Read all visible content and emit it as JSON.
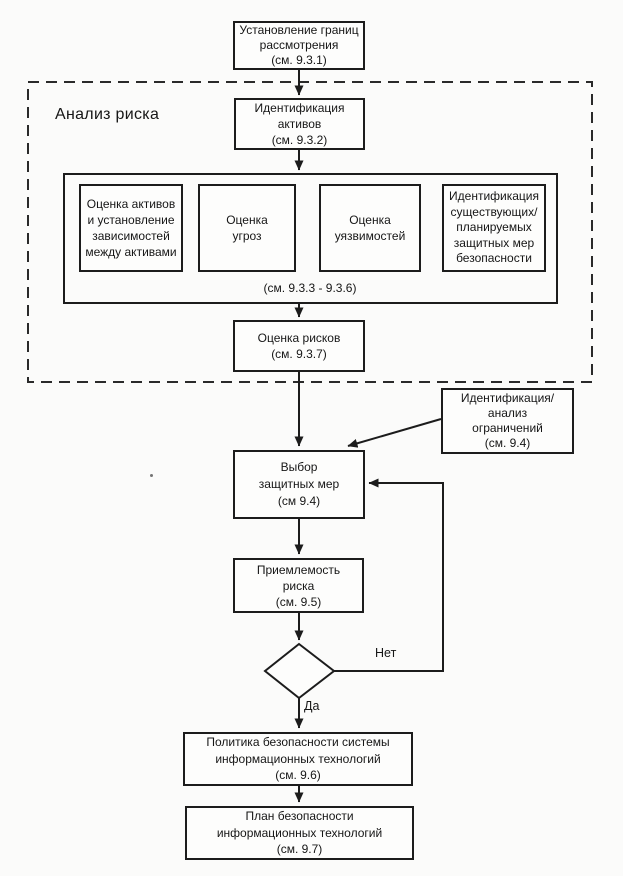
{
  "diagram": {
    "region": {
      "label": "Анализ риска"
    },
    "nodes": {
      "scope": {
        "label": "Установление границ\nрассмотрения\n(см. 9.3.1)"
      },
      "asset_identification": {
        "label": "Идентификация\nактивов\n(см. 9.3.2)"
      },
      "asset_valuation": {
        "label": "Оценка активов\nи установление\nзависимостей\nмежду активами"
      },
      "threat_assessment": {
        "label": "Оценка\nугроз"
      },
      "vulnerability_assessment": {
        "label": "Оценка\nуязвимостей"
      },
      "safeguard_identification": {
        "label": "Идентификация\nсуществующих/\nпланируемых\nзащитных мер\nбезопасности"
      },
      "subprocess_ref": {
        "label": "(см. 9.3.3 - 9.3.6)"
      },
      "risk_assessment": {
        "label": "Оценка рисков\n(см. 9.3.7)"
      },
      "constraints_analysis": {
        "label": "Идентификация/\nанализ\nограничений\n(см. 9.4)"
      },
      "safeguard_selection": {
        "label": "Выбор\nзащитных мер\n(см 9.4)"
      },
      "risk_acceptance": {
        "label": "Приемлемость\nриска\n(см. 9.5)"
      },
      "it_security_policy": {
        "label": "Политика безопасности системы\nинформационных технологий\n(см. 9.6)"
      },
      "it_security_plan": {
        "label": "План безопасности\nинформационных технологий\n(см. 9.7)"
      }
    },
    "decision": {
      "no_label": "Нет",
      "yes_label": "Да"
    },
    "colors": {
      "line": "#1c1c1c",
      "paper": "#fdfdfc",
      "text": "#161616"
    }
  }
}
